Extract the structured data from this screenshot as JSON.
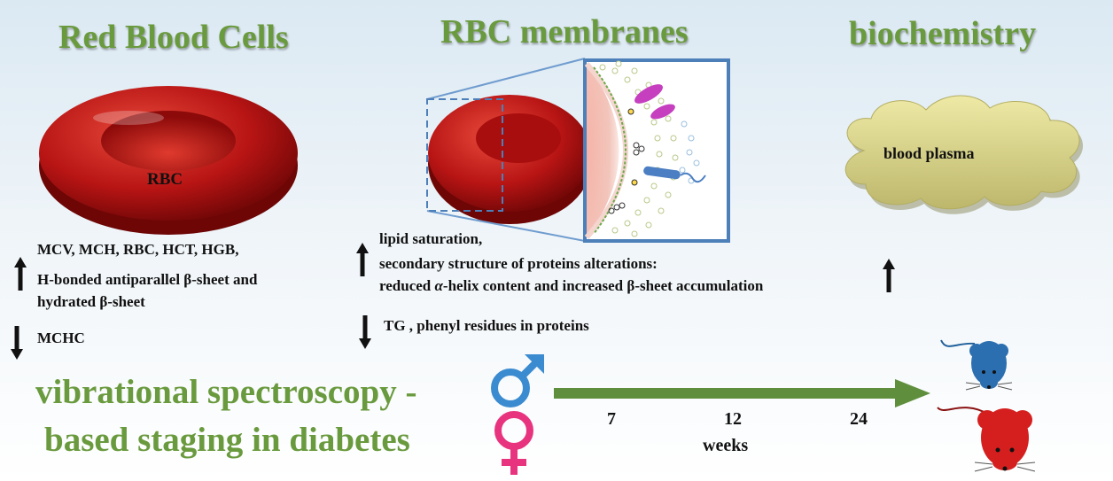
{
  "headings": {
    "rbc": "Red Blood Cells",
    "membranes": "RBC membranes",
    "biochem": "biochemistry"
  },
  "rbc_label": "RBC",
  "plasma_label": "blood plasma",
  "left_panel": {
    "up_line1": "MCV, MCH, RBC, HCT, HGB,",
    "up_line2": "H-bonded antiparallel β-sheet and",
    "up_line3": "hydrated β-sheet",
    "down_line1": "MCHC"
  },
  "middle_panel": {
    "up_line1": "lipid saturation,",
    "up_line2": "secondary structure of proteins alterations:",
    "up_line3_prefix": "reduced ",
    "up_line3_alpha": "α",
    "up_line3_suffix": "-helix content and increased β-sheet accumulation",
    "down_line1": "TG , phenyl residues in proteins"
  },
  "title": {
    "line1": "vibrational spectroscopy -",
    "line2": "based staging in diabetes"
  },
  "timeline": {
    "ticks": [
      "7",
      "12",
      "24"
    ],
    "unit": "weeks"
  },
  "colors": {
    "green": "#6a9a3e",
    "arrow_green": "#5f8f3c",
    "male_blue": "#3b8bd0",
    "female_pink": "#e8347f",
    "blood_red": "#c41818",
    "plasma": "#d8d48e",
    "frame_blue": "#4d7fb8"
  },
  "icons": [
    "male-symbol-icon",
    "female-symbol-icon",
    "blue-mouse-icon",
    "red-mouse-icon",
    "up-arrow-icon",
    "down-arrow-icon"
  ]
}
